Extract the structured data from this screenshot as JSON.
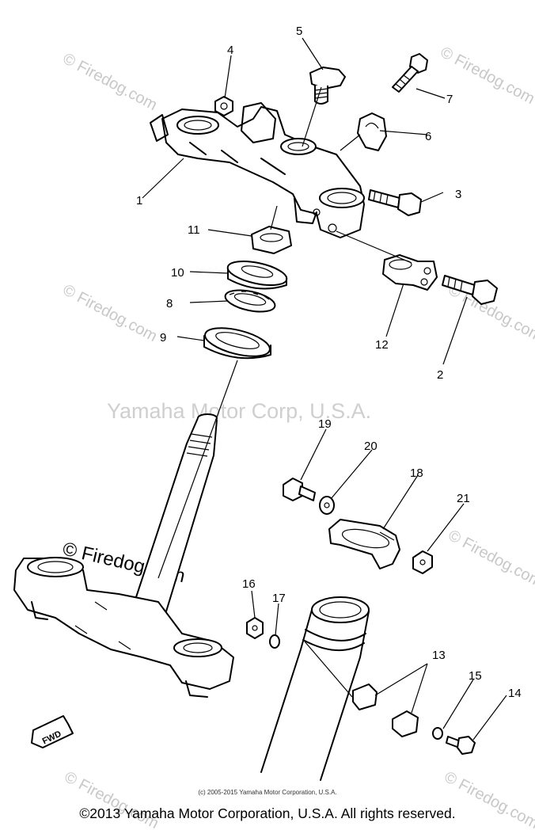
{
  "watermarks": {
    "center": "Yamaha Motor Corp, U.S.A.",
    "firedog_large": "© Firedog.com",
    "firedog_tile": "© Firedog.com"
  },
  "part_numbers": {
    "p1": "1",
    "p2": "2",
    "p3": "3",
    "p4": "4",
    "p5": "5",
    "p6": "6",
    "p7": "7",
    "p8": "8",
    "p9": "9",
    "p10": "10",
    "p11": "11",
    "p12": "12",
    "p13": "13",
    "p14": "14",
    "p15": "15",
    "p16": "16",
    "p17": "17",
    "p18": "18",
    "p19": "19",
    "p20": "20",
    "p21": "21"
  },
  "direction_label": "FWD",
  "small_credit": "(c) 2005-2015 Yamaha Motor Corporation, U.S.A.",
  "copyright": "©2013 Yamaha Motor Corporation, U.S.A. All rights reserved."
}
